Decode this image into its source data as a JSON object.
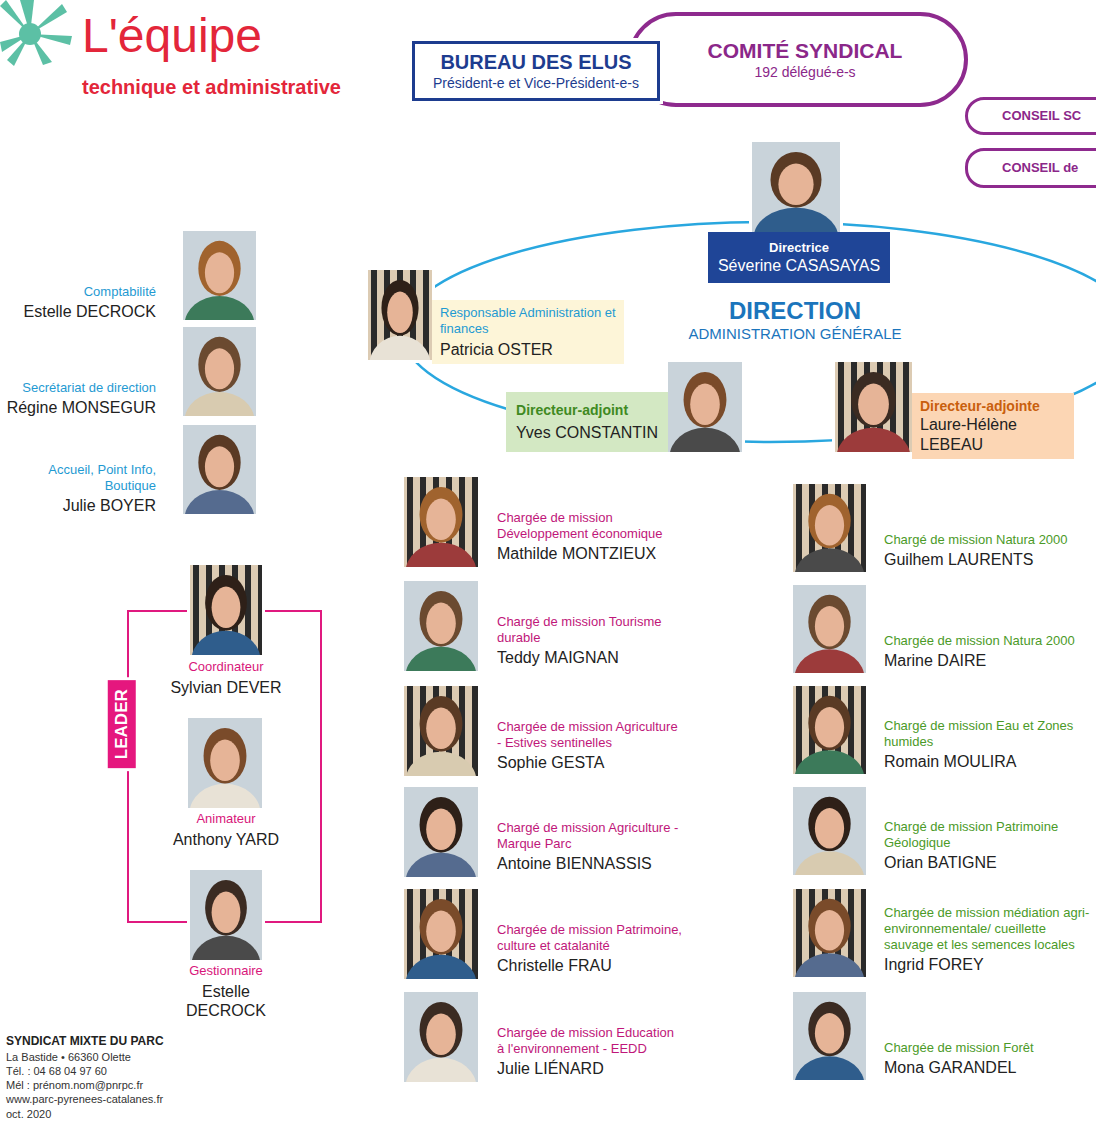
{
  "diagram": {
    "title": "L'équipe",
    "nodes": [
      {
        "text": [
          "BUREAU DES ELUS",
          "Président-e et Vice-Président-e-s"
        ]
      },
      {
        "text": [
          "COMITÉ SYNDICAL",
          "192 délégué-e-s"
        ]
      },
      {
        "text": [
          "CONSEIL SC"
        ]
      },
      {
        "text": [
          "CONSEIL de"
        ]
      },
      {
        "text": [
          "DIRECTION",
          "ADMINISTRATION GÉNÉRALE"
        ]
      },
      {
        "text": [
          "Directrice",
          "Séverine CASASAYAS"
        ],
        "in": 4
      },
      {
        "text": [
          "Responsable Administration et finances",
          "Patricia OSTER"
        ]
      },
      {
        "text": [
          "Directeur-adjoint",
          "Yves CONSTANTIN"
        ]
      },
      {
        "text": [
          "Directeur-adjointe",
          "Laure-Hélène LEBEAU"
        ]
      },
      {
        "text": [
          "LEADER"
        ]
      }
    ],
    "labels": [
      "technique et administrative",
      "Comptabilité",
      "Estelle DECROCK",
      "Secrétariat de direction",
      "Régine MONSEGUR",
      "Accueil, Point Info, Boutique",
      "Julie BOYER",
      "Coordinateur",
      "Sylvian DEVER",
      "Animateur",
      "Anthony YARD",
      "Gestionnaire",
      "Estelle DECROCK",
      "Chargée de mission Développement économique",
      "Mathilde MONTZIEUX",
      "Chargé de mission Tourisme durable",
      "Teddy MAIGNAN",
      "Chargée de mission Agriculture - Estives sentinelles",
      "Sophie GESTA",
      "Chargé de mission Agriculture - Marque Parc",
      "Antoine BIENNASSIS",
      "Chargée de mission Patrimoine, culture et catalanité",
      "Christelle FRAU",
      "Chargée de mission Education à l'environnement - EEDD",
      "Julie LIÉNARD",
      "Chargé de mission Natura 2000",
      "Guilhem LAURENTS",
      "Chargée de mission Natura 2000",
      "Marine DAIRE",
      "Chargé de mission Eau et Zones humides",
      "Romain MOULIRA",
      "Chargé de mission Patrimoine Géologique",
      "Orian BATIGNE",
      "Chargée de mission médiation agri-environnementale/ cueillette sauvage et les semences locales",
      "Ingrid FOREY",
      "Chargée de mission Forêt",
      "Mona GARANDEL",
      "SYNDICAT MIXTE DU PARC",
      "La Bastide • 66360 Olette",
      "Tél. : 04 68 04 97 60",
      "Mél : prénom.nom@pnrpc.fr",
      "www.parc-pyrenees-catalanes.fr",
      "oct. 2020"
    ]
  }
}
